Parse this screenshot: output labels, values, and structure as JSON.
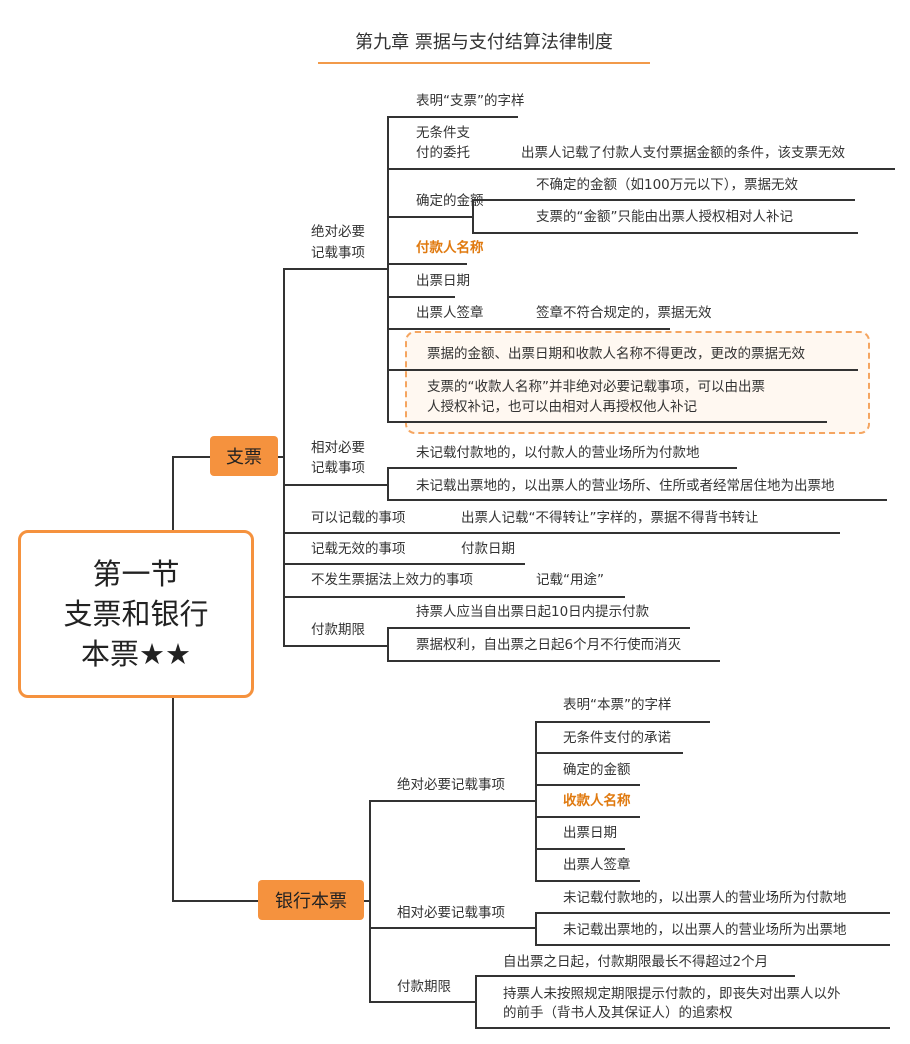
{
  "title": "第九章 票据与支付结算法律制度",
  "center": {
    "lines": [
      "第一节",
      "支票和银行",
      "本票★★"
    ]
  },
  "colors": {
    "accent": "#f5923e",
    "highlight_text": "#e07a10",
    "line": "#333333"
  },
  "check": {
    "label": "支票",
    "absolute": {
      "label": [
        "绝对必要",
        "记载事项"
      ],
      "items": {
        "i0": "表明“支票”的字样",
        "i1a": "无条件支",
        "i1b": "付的委托",
        "i1c": "出票人记载了付款人支付票据金额的条件，该支票无效",
        "i2": "确定的金额",
        "i2a": "不确定的金额（如100万元以下），票据无效",
        "i2b": "支票的“金额”只能由出票人授权相对人补记",
        "i3": "付款人名称",
        "i4": "出票日期",
        "i5": "出票人签章",
        "i5a": "签章不符合规定的，票据无效",
        "n1": "票据的金额、出票日期和收款人名称不得更改，更改的票据无效",
        "n2a": "支票的“收款人名称”并非绝对必要记载事项，可以由出票",
        "n2b": "人授权补记，也可以由相对人再授权他人补记"
      }
    },
    "relative": {
      "label": [
        "相对必要",
        "记载事项"
      ],
      "r1": "未记载付款地的，以付款人的营业场所为付款地",
      "r2": "未记载出票地的，以出票人的营业场所、住所或者经常居住地为出票地"
    },
    "optional": {
      "label": "可以记载的事项",
      "value": "出票人记载“不得转让”字样的，票据不得背书转让"
    },
    "invalid": {
      "label": "记载无效的事项",
      "value": "付款日期"
    },
    "no_effect": {
      "label": "不发生票据法上效力的事项",
      "value": "记载“用途”"
    },
    "period": {
      "label": "付款期限",
      "p1": "持票人应当自出票日起10日内提示付款",
      "p2": "票据权利，自出票之日起6个月不行使而消灭"
    }
  },
  "cashier": {
    "label": "银行本票",
    "absolute": {
      "label": "绝对必要记载事项",
      "items": [
        "表明“本票”的字样",
        "无条件支付的承诺",
        "确定的金额",
        "收款人名称",
        "出票日期",
        "出票人签章"
      ]
    },
    "relative": {
      "label": "相对必要记载事项",
      "r1": "未记载付款地的，以出票人的营业场所为付款地",
      "r2": "未记载出票地的，以出票人的营业场所为出票地"
    },
    "period": {
      "label": "付款期限",
      "p1": "自出票之日起，付款期限最长不得超过2个月",
      "p2a": "持票人未按照规定期限提示付款的，即丧失对出票人以外",
      "p2b": "的前手（背书人及其保证人）的追索权"
    }
  }
}
